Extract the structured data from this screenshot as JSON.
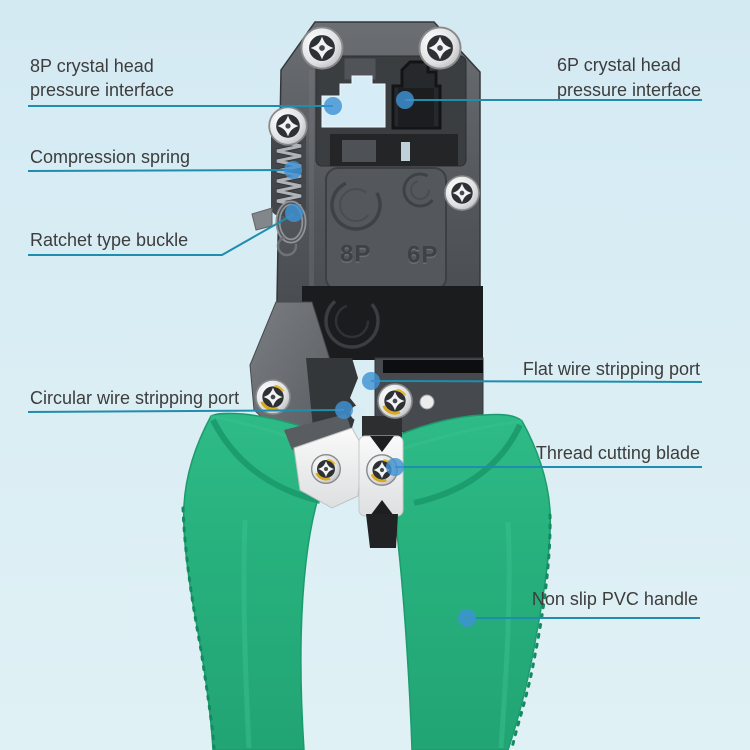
{
  "title": "Network crimping tool annotated diagram",
  "labels": {
    "eight_p": {
      "line1": "8P crystal head",
      "line2": "pressure interface"
    },
    "six_p": {
      "line1": "6P crystal head",
      "line2": "pressure interface"
    },
    "spring": {
      "text": "Compression spring"
    },
    "ratchet": {
      "text": "Ratchet type buckle"
    },
    "circular_port": {
      "text": "Circular wire stripping port"
    },
    "flat_port": {
      "text": "Flat wire stripping port"
    },
    "blade": {
      "text": "Thread cutting blade"
    },
    "handle": {
      "text": "Non slip PVC handle"
    }
  },
  "markings": {
    "left_die": "8P",
    "right_die": "6P"
  },
  "palette": {
    "background": "#d9ecf4",
    "callout_line": "#1f8dad",
    "callout_dot": "#3f93d4",
    "label_text": "#3d3d3d",
    "handle_green": "#27b27e",
    "metal_gray": "#54585c",
    "metal_black": "#1a1c1e",
    "screw_accent_yellow": "#d9a91f"
  }
}
